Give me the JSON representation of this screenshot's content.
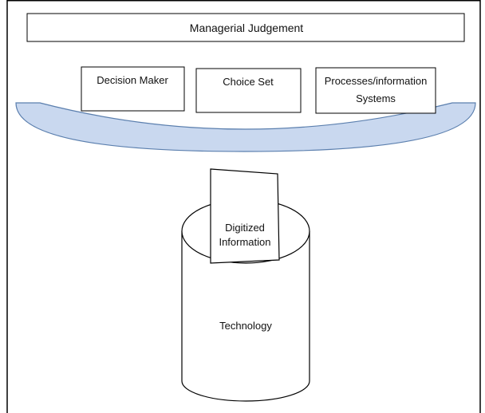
{
  "diagram": {
    "top_box_label": "Managerial Judgement",
    "boxes": [
      {
        "label": "Decision Maker"
      },
      {
        "label": "Choice Set"
      },
      {
        "label": "Processes/information",
        "label_line2": "Systems"
      }
    ],
    "document_label_line1": "Digitized",
    "document_label_line2": "Information",
    "cylinder_label": "Technology"
  },
  "colors": {
    "bowl_fill": "#c9d8ef",
    "bowl_stroke": "#5b7fae",
    "frame_stroke": "#000000",
    "text": "#111111"
  }
}
